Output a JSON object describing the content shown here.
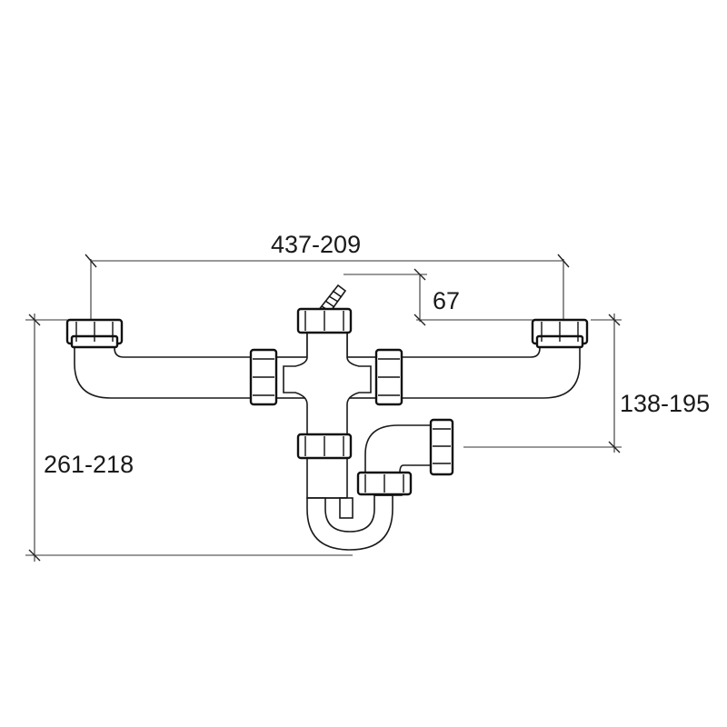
{
  "dimensions": {
    "width_range": "437-209",
    "inlet_offset": "67",
    "height_range": "138-195",
    "overall_depth": "261-218"
  }
}
